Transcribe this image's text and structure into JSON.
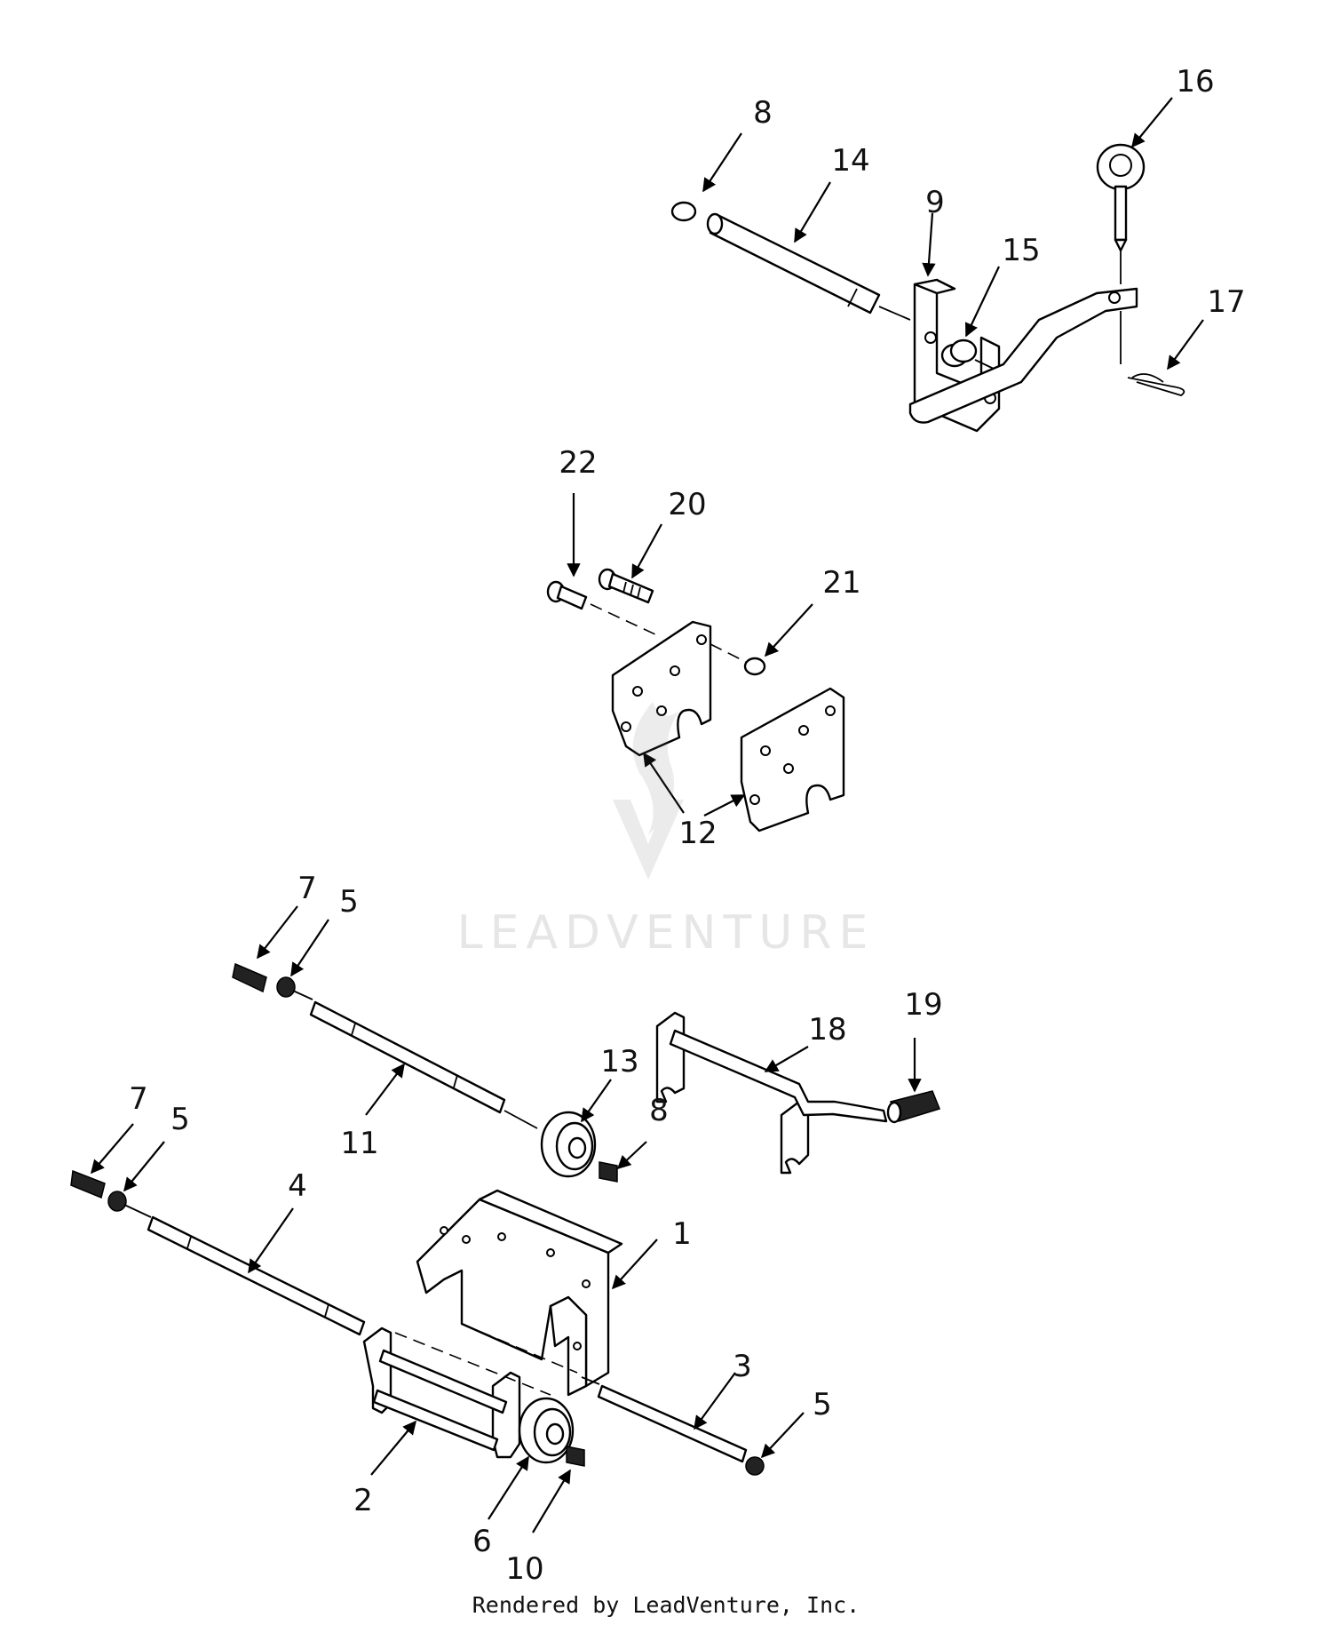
{
  "corner_code": "",
  "watermark": {
    "brand": "LEADVENTURE"
  },
  "footer": {
    "rendered_by": "Rendered by LeadVenture, Inc."
  },
  "callouts": [
    {
      "id": "1",
      "label": "1"
    },
    {
      "id": "2",
      "label": "2"
    },
    {
      "id": "3",
      "label": "3"
    },
    {
      "id": "4",
      "label": "4"
    },
    {
      "id": "5a",
      "label": "5"
    },
    {
      "id": "5b",
      "label": "5"
    },
    {
      "id": "5c",
      "label": "5"
    },
    {
      "id": "6",
      "label": "6"
    },
    {
      "id": "7a",
      "label": "7"
    },
    {
      "id": "7b",
      "label": "7"
    },
    {
      "id": "8a",
      "label": "8"
    },
    {
      "id": "8b",
      "label": "8"
    },
    {
      "id": "9",
      "label": "9"
    },
    {
      "id": "10",
      "label": "10"
    },
    {
      "id": "11",
      "label": "11"
    },
    {
      "id": "12",
      "label": "12"
    },
    {
      "id": "13",
      "label": "13"
    },
    {
      "id": "14",
      "label": "14"
    },
    {
      "id": "15",
      "label": "15"
    },
    {
      "id": "16",
      "label": "16"
    },
    {
      "id": "17",
      "label": "17"
    },
    {
      "id": "18",
      "label": "18"
    },
    {
      "id": "19",
      "label": "19"
    },
    {
      "id": "20",
      "label": "20"
    },
    {
      "id": "21",
      "label": "21"
    },
    {
      "id": "22",
      "label": "22"
    }
  ]
}
